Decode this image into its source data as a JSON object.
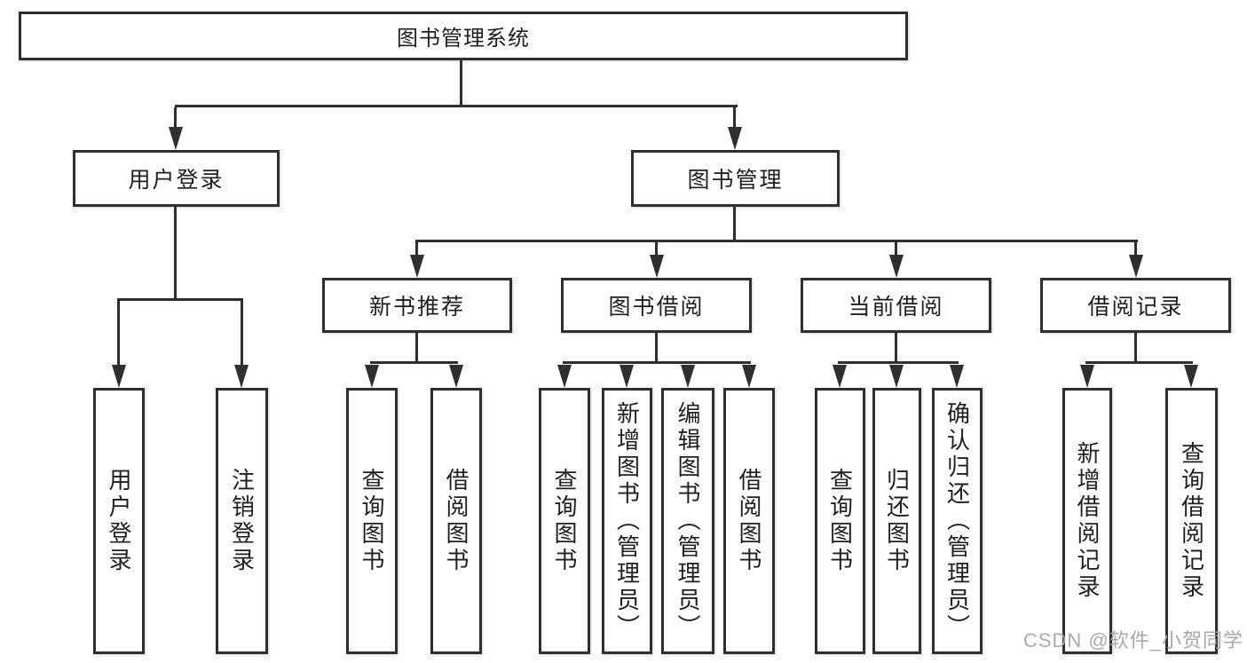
{
  "diagram_type": "hierarchy-tree",
  "watermark": "CSDN @软件_小贺同学",
  "colors": {
    "line": "#2f2f2f",
    "text": "#1f1f1f",
    "background": "#ffffff",
    "watermark": "#a2a2a6"
  },
  "tree": {
    "label": "图书管理系统",
    "children": [
      {
        "label": "用户登录",
        "children": [
          {
            "label": "用户登录"
          },
          {
            "label": "注销登录"
          }
        ]
      },
      {
        "label": "图书管理",
        "children": [
          {
            "label": "新书推荐",
            "children": [
              {
                "label": "查询图书"
              },
              {
                "label": "借阅图书"
              }
            ]
          },
          {
            "label": "图书借阅",
            "children": [
              {
                "label": "查询图书"
              },
              {
                "label": "新增图书（管理员）"
              },
              {
                "label": "编辑图书（管理员）"
              },
              {
                "label": "借阅图书"
              }
            ]
          },
          {
            "label": "当前借阅",
            "children": [
              {
                "label": "查询图书"
              },
              {
                "label": "归还图书"
              },
              {
                "label": "确认归还（管理员）"
              }
            ]
          },
          {
            "label": "借阅记录",
            "children": [
              {
                "label": "新增借阅记录"
              },
              {
                "label": "查询借阅记录"
              }
            ]
          }
        ]
      }
    ]
  }
}
